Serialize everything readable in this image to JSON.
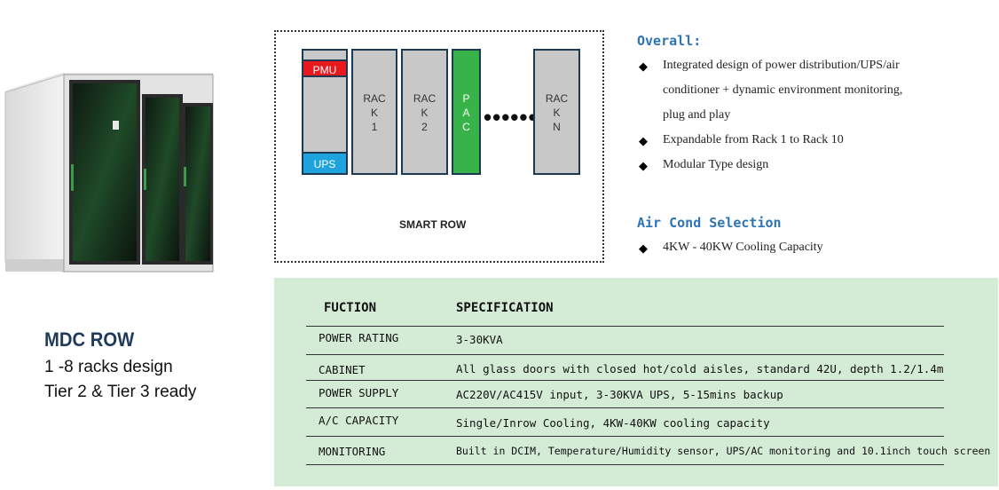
{
  "diagram": {
    "pmu": "PMU",
    "ups": "UPS",
    "racks": [
      {
        "lines": [
          "RAC",
          "K",
          "1"
        ]
      },
      {
        "lines": [
          "RAC",
          "K",
          "2"
        ]
      },
      {
        "lines": [
          "P",
          "A",
          "C"
        ]
      },
      {
        "lines": [
          "RAC",
          "K",
          "N"
        ]
      }
    ],
    "dots": "••••••",
    "caption": "SMART ROW"
  },
  "left": {
    "title": "MDC ROW",
    "line1": "1 -8 racks design",
    "line2": "Tier 2 & Tier 3 ready"
  },
  "overall": {
    "heading": "Overall:",
    "items": [
      "Integrated design of power distribution/UPS/air",
      "conditioner + dynamic environment monitoring,",
      "plug and play",
      "Expandable from Rack 1 to Rack 10",
      "Modular Type design"
    ]
  },
  "aircond": {
    "heading": "Air Cond Selection",
    "items": [
      "4KW - 40KW Cooling Capacity"
    ]
  },
  "bullet_symbol": "◆",
  "spec": {
    "headers": [
      "FUCTION",
      "SPECIFICATION"
    ],
    "rows": [
      {
        "f": "POWER RATING",
        "s": "3-30KVA"
      },
      {
        "f": "CABINET",
        "s": "All glass doors with closed hot/cold aisles, standard 42U, depth 1.2/1.4m"
      },
      {
        "f": "POWER SUPPLY",
        "s": "AC220V/AC415V input, 3-30KVA UPS, 5-15mins backup"
      },
      {
        "f": "A/C CAPACITY",
        "s": "Single/Inrow Cooling, 4KW-40KW cooling capacity"
      },
      {
        "f": "MONITORING",
        "s": "Built in DCIM, Temperature/Humidity sensor, UPS/AC monitoring and 10.1inch touch screen"
      }
    ]
  },
  "colors": {
    "pmu": "#e8191d",
    "ups": "#1fa3de",
    "pac": "#37b34a",
    "rack": "#c8c8c8",
    "heading": "#2e74b5",
    "spec_bg": "#d4ecd6",
    "title": "#1f3a5a"
  }
}
